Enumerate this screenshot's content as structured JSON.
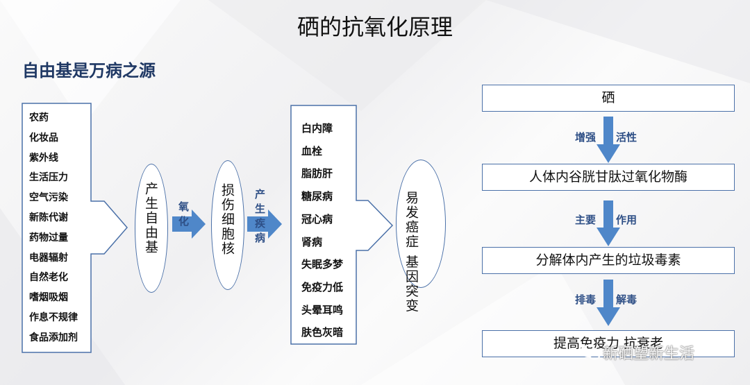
{
  "title": "硒的抗氧化原理",
  "subtitle": "自由基是万病之源",
  "sources": [
    "农药",
    "化妆品",
    "紫外线",
    "生活压力",
    "空气污染",
    "新陈代谢",
    "药物过量",
    "电器辐射",
    "自然老化",
    "嗜烟吸烟",
    "作息不规律",
    "食品添加剂"
  ],
  "free_radical": "产生自由基",
  "label_oxidize": "氧化",
  "damage": "损伤细胞核",
  "label_disease": "产生疾病",
  "diseases": [
    "白内障",
    "血栓",
    "脂肪肝",
    "糖尿病",
    "冠心病",
    "肾病",
    "失眠多梦",
    "免疫力低",
    "头晕耳鸣",
    "肤色灰暗"
  ],
  "gene_col1": "基因突变",
  "gene_col2": "易发癌症",
  "right": {
    "box1": "硒",
    "arrow1_left": "增强",
    "arrow1_right": "活性",
    "box2": "人体内谷胱甘肽过氧化物酶",
    "arrow2_left": "主要",
    "arrow2_right": "作用",
    "box3": "分解体内产生的垃圾毒素",
    "arrow3_left": "排毒",
    "arrow3_right": "解毒",
    "box4": "提高免疫力  抗衰老"
  },
  "watermark": "新硒望新生活",
  "colors": {
    "accent": "#2e4f86",
    "arrow": "#4f87c9",
    "border": "#4a70a8"
  }
}
